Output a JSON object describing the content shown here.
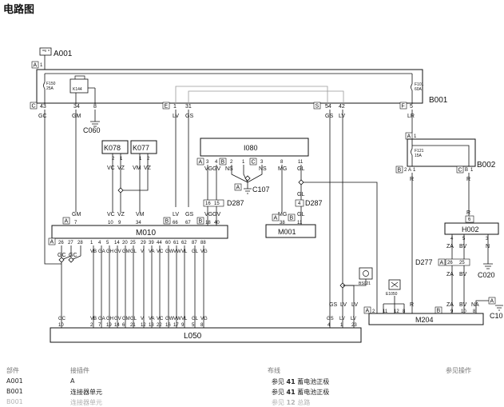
{
  "page": {
    "title": "电路图"
  },
  "components": {
    "A001": "A001",
    "B001": "B001",
    "B002": "B002",
    "C060": "C060",
    "C107": "C107",
    "C020": "C020",
    "C10": "C10",
    "K078": "K078",
    "K077": "K077",
    "K144": "K144",
    "I080": "I080",
    "M010": "M010",
    "M001": "M001",
    "M204": "M204",
    "H002": "H002",
    "L050": "L050",
    "D287a": "D287",
    "D287b": "D287",
    "D277": "D277",
    "F150": "F150",
    "F150_rating": "25A",
    "F101": "F101",
    "F101_rating": "60A",
    "F121": "F121",
    "F121_rating": "15A",
    "E1050": "E1050",
    "BS021": "BS021"
  },
  "connector_letters": {
    "A_top": "A",
    "C_b001": "C",
    "E_b001": "E",
    "S_b001": "S",
    "F_b001": "F",
    "A_b002": "A",
    "B_b002": "B",
    "C_b002": "C",
    "A_m010": "A",
    "B_m010": "B",
    "A_i080": "A",
    "B_i080": "B",
    "C_i080": "C",
    "A_c107": "A",
    "A_m001": "A",
    "B_m001": "B",
    "A_d277": "A",
    "A_m204": "A",
    "B_m204": "B",
    "A_c10": "A"
  },
  "wires": {
    "GC": "GC",
    "GM": "GM",
    "LV": "LV",
    "GS": "GS",
    "LR": "LR",
    "R": "R",
    "N": "N",
    "VC": "VC",
    "VZ": "VZ",
    "VM": "VM",
    "VG": "VG",
    "GV": "GV",
    "NS": "NS",
    "MG": "MG",
    "GL": "GL",
    "ZA": "ZA",
    "BV": "BV",
    "NA": "NA"
  },
  "m010_pins": [
    "26",
    "27",
    "28",
    "1",
    "4",
    "5",
    "14",
    "20",
    "25",
    "29",
    "39",
    "44",
    "60",
    "61",
    "62",
    "87",
    "88"
  ],
  "m010_wires": [
    "GC",
    "GC",
    "GC",
    "VB",
    "GA",
    "GH",
    "GV",
    "GM",
    "GL",
    "V",
    "VA",
    "VC",
    "GW",
    "VW",
    "VL",
    "GL",
    "VG"
  ],
  "l050_wires": [
    "GC",
    "VB",
    "GA",
    "GH",
    "GV",
    "GM",
    "GL",
    "V",
    "VA",
    "VC",
    "GW",
    "VW",
    "VL",
    "GL",
    "VG"
  ],
  "l050_pins": [
    "10",
    "2",
    "7",
    "19",
    "14",
    "6",
    "21",
    "12",
    "13",
    "22",
    "16",
    "17",
    "9",
    "5",
    "8"
  ],
  "l050_right_wires": [
    "GS",
    "LV",
    "LV"
  ],
  "l050_right_pins": [
    "4",
    "1",
    "23"
  ],
  "legend": {
    "col_component": "部件",
    "col_connector": "接插件",
    "col_wiring": "布线",
    "col_see": "参见操作",
    "rows": [
      {
        "part": "A001",
        "connector": "A",
        "ref_prefix": "参见",
        "ref_num": "41",
        "ref_text": "蓄电池正极"
      },
      {
        "part": "B001",
        "connector": "连接器单元",
        "ref_prefix": "参见",
        "ref_num": "41",
        "ref_text": "蓄电池正极"
      },
      {
        "part": "B001",
        "connector": "连接器单元",
        "ref_prefix": "参见",
        "ref_num": "12",
        "ref_text": "总路"
      }
    ]
  }
}
